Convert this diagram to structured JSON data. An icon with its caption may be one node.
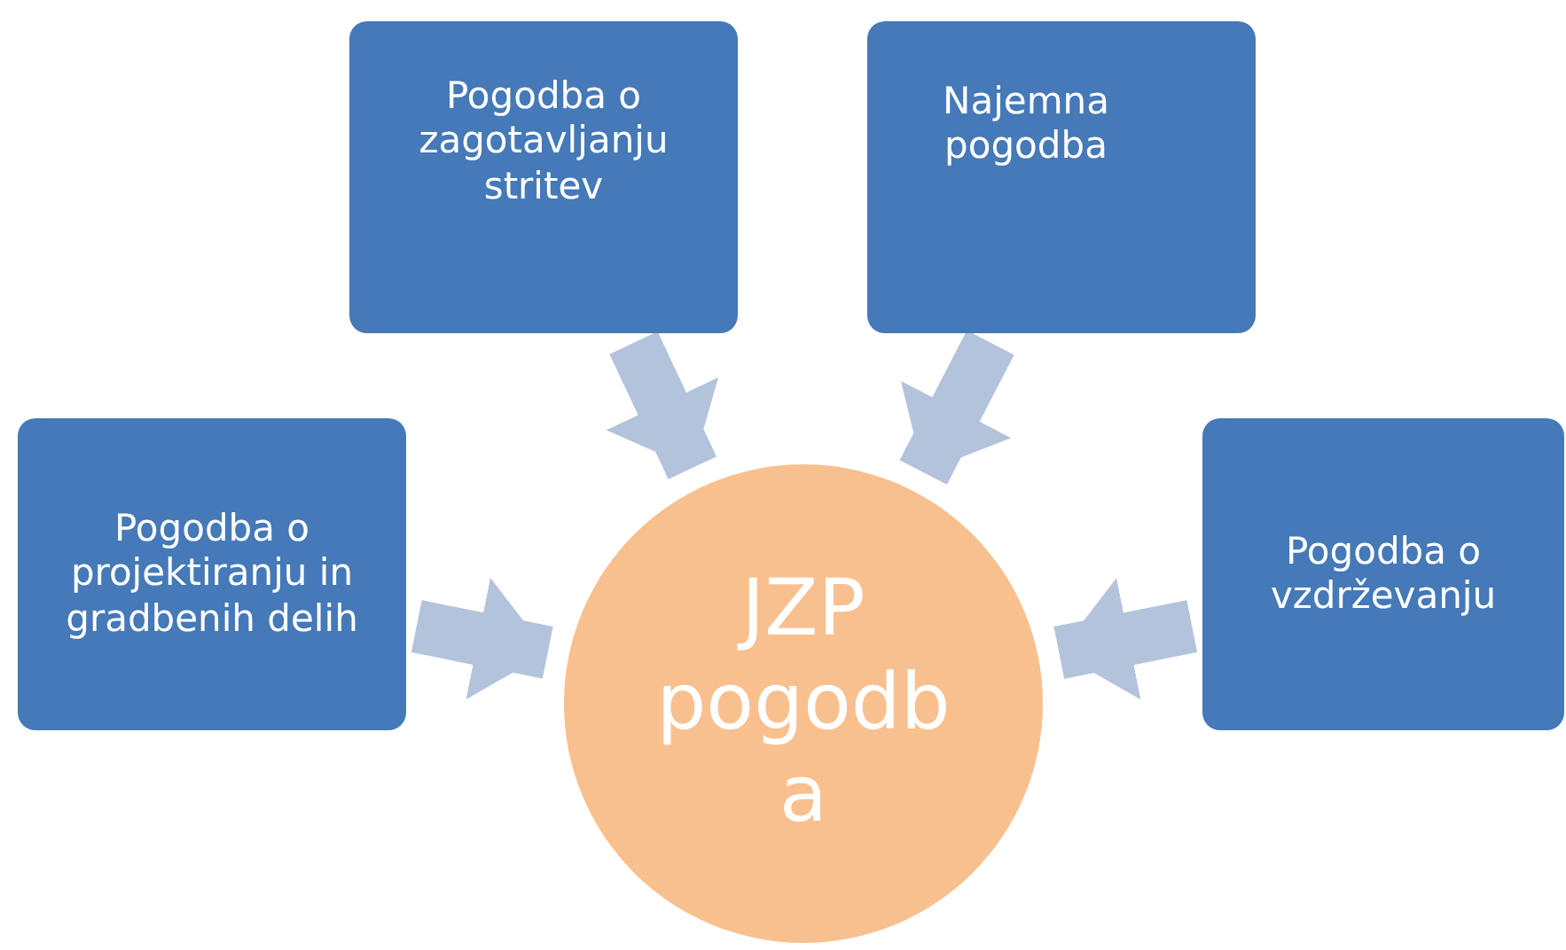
{
  "diagram": {
    "nodes": [
      {
        "text": [
          "Pogodba o zagotavljanju stritev"
        ]
      },
      {
        "text": [
          "Najemna pogodba"
        ]
      },
      {
        "text": [
          "Pogodba o projektiranju in gradbenih delih"
        ]
      },
      {
        "text": [
          "Pogodba o vzdrževanju"
        ]
      },
      {
        "text": [
          "JZP pogodba"
        ]
      }
    ],
    "edges": [
      {
        "from": 0,
        "to": 4,
        "arrow": "to"
      },
      {
        "from": 1,
        "to": 4,
        "arrow": "to"
      },
      {
        "from": 2,
        "to": 4,
        "arrow": "to"
      },
      {
        "from": 3,
        "to": 4,
        "arrow": "to"
      }
    ]
  }
}
